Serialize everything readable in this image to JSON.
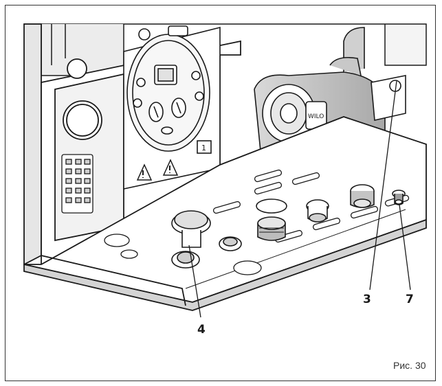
{
  "figure": {
    "caption": "Рис. 30",
    "callouts": [
      {
        "id": "3",
        "label": "3"
      },
      {
        "id": "4",
        "label": "4"
      },
      {
        "id": "7",
        "label": "7"
      }
    ],
    "colors": {
      "line": "#1a1a1a",
      "shade": "#b5b5b5",
      "frame": "#333333"
    },
    "icons": [
      "warning-triangle-icon",
      "warning-triangle-icon"
    ]
  }
}
